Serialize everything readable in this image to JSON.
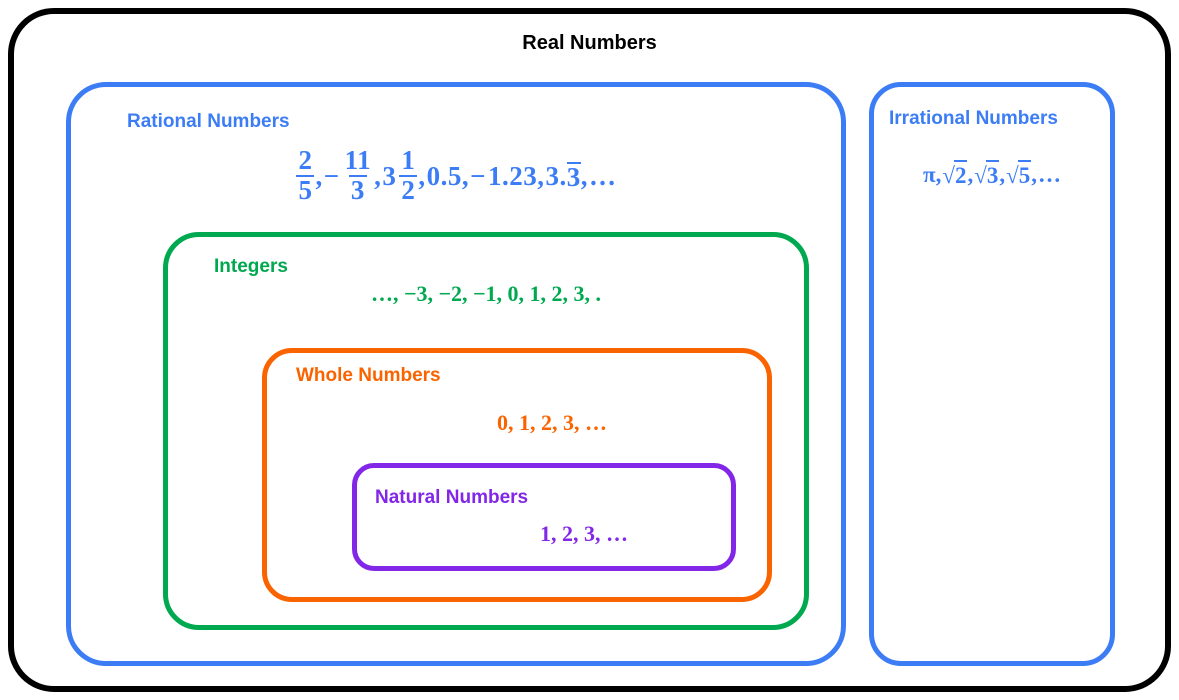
{
  "diagram": {
    "title": "Real Numbers",
    "colors": {
      "real": "#000000",
      "rational": "#3C7DF5",
      "irrational": "#3C7DF5",
      "integers": "#00A94F",
      "whole": "#FA6400",
      "natural": "#8226E8"
    },
    "sets": {
      "real": {
        "label": "Real Numbers",
        "examples": ""
      },
      "rational": {
        "label": "Rational Numbers",
        "examples": "2/5, -11/3, 3 1/2, 0.5, -1.23, 3.3̅, …",
        "items": {
          "frac1_num": "2",
          "frac1_den": "5",
          "comma1": ",",
          "minus": "−",
          "frac2_num": "11",
          "frac2_den": "3",
          "comma2": ",",
          "mixed_whole": "3",
          "mixed_num": "1",
          "mixed_den": "2",
          "comma3": ",",
          "dec1": "0.5",
          "comma4": ",",
          "dec2_sign": "−",
          "dec2": "1.23",
          "comma5": ",",
          "rep_head": "3.",
          "rep_bar": "3",
          "comma6": ",",
          "ellipsis": "…"
        }
      },
      "irrational": {
        "label": "Irrational Numbers",
        "examples": "π, √2, √3, √5, …",
        "items": {
          "pi": "π",
          "comma1": ",",
          "rad_sign1": "√",
          "rad1": "2",
          "comma2": ",",
          "rad_sign2": "√",
          "rad2": "3",
          "comma3": ",",
          "rad_sign3": "√",
          "rad3": "5",
          "comma4": ",",
          "ellipsis": "…"
        }
      },
      "integers": {
        "label": "Integers",
        "examples": "…, −3, −2, −1, 0, 1, 2, 3, ."
      },
      "whole": {
        "label": "Whole Numbers",
        "examples": "0, 1, 2, 3, …"
      },
      "natural": {
        "label": "Natural Numbers",
        "examples": "1, 2, 3, …"
      }
    }
  }
}
